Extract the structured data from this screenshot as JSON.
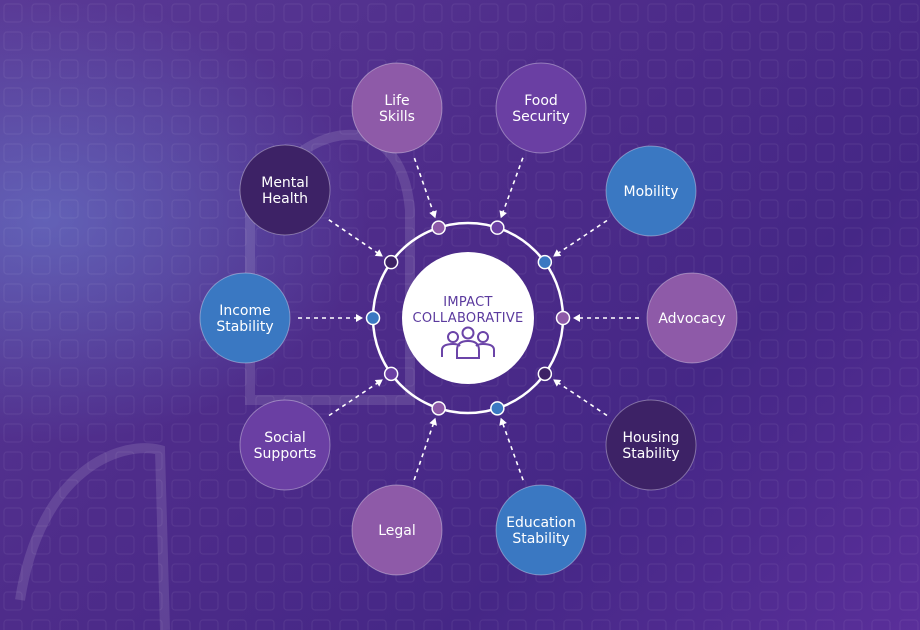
{
  "center": {
    "title_line1": "IMPACT",
    "title_line2": "COLLABORATIVE",
    "icon": "people-group-icon"
  },
  "nodes": [
    {
      "id": "life-skills",
      "line1": "Life",
      "line2": "Skills",
      "color": "#8e5aa8"
    },
    {
      "id": "food-security",
      "line1": "Food",
      "line2": "Security",
      "color": "#6a3fa3"
    },
    {
      "id": "mobility",
      "line1": "Mobility",
      "line2": "",
      "color": "#3a78c2"
    },
    {
      "id": "advocacy",
      "line1": "Advocacy",
      "line2": "",
      "color": "#8e5aa8"
    },
    {
      "id": "housing-stability",
      "line1": "Housing",
      "line2": "Stability",
      "color": "#3d2266"
    },
    {
      "id": "education-stability",
      "line1": "Education",
      "line2": "Stability",
      "color": "#3a78c2"
    },
    {
      "id": "legal",
      "line1": "Legal",
      "line2": "",
      "color": "#8e5aa8"
    },
    {
      "id": "social-supports",
      "line1": "Social",
      "line2": "Supports",
      "color": "#6a3fa3"
    },
    {
      "id": "income-stability",
      "line1": "Income",
      "line2": "Stability",
      "color": "#3a78c2"
    },
    {
      "id": "mental-health",
      "line1": "Mental",
      "line2": "Health",
      "color": "#3d2266"
    }
  ],
  "colors": {
    "ring": "#ffffff",
    "center_fill": "#ffffff",
    "center_text": "#5b3a9e"
  }
}
